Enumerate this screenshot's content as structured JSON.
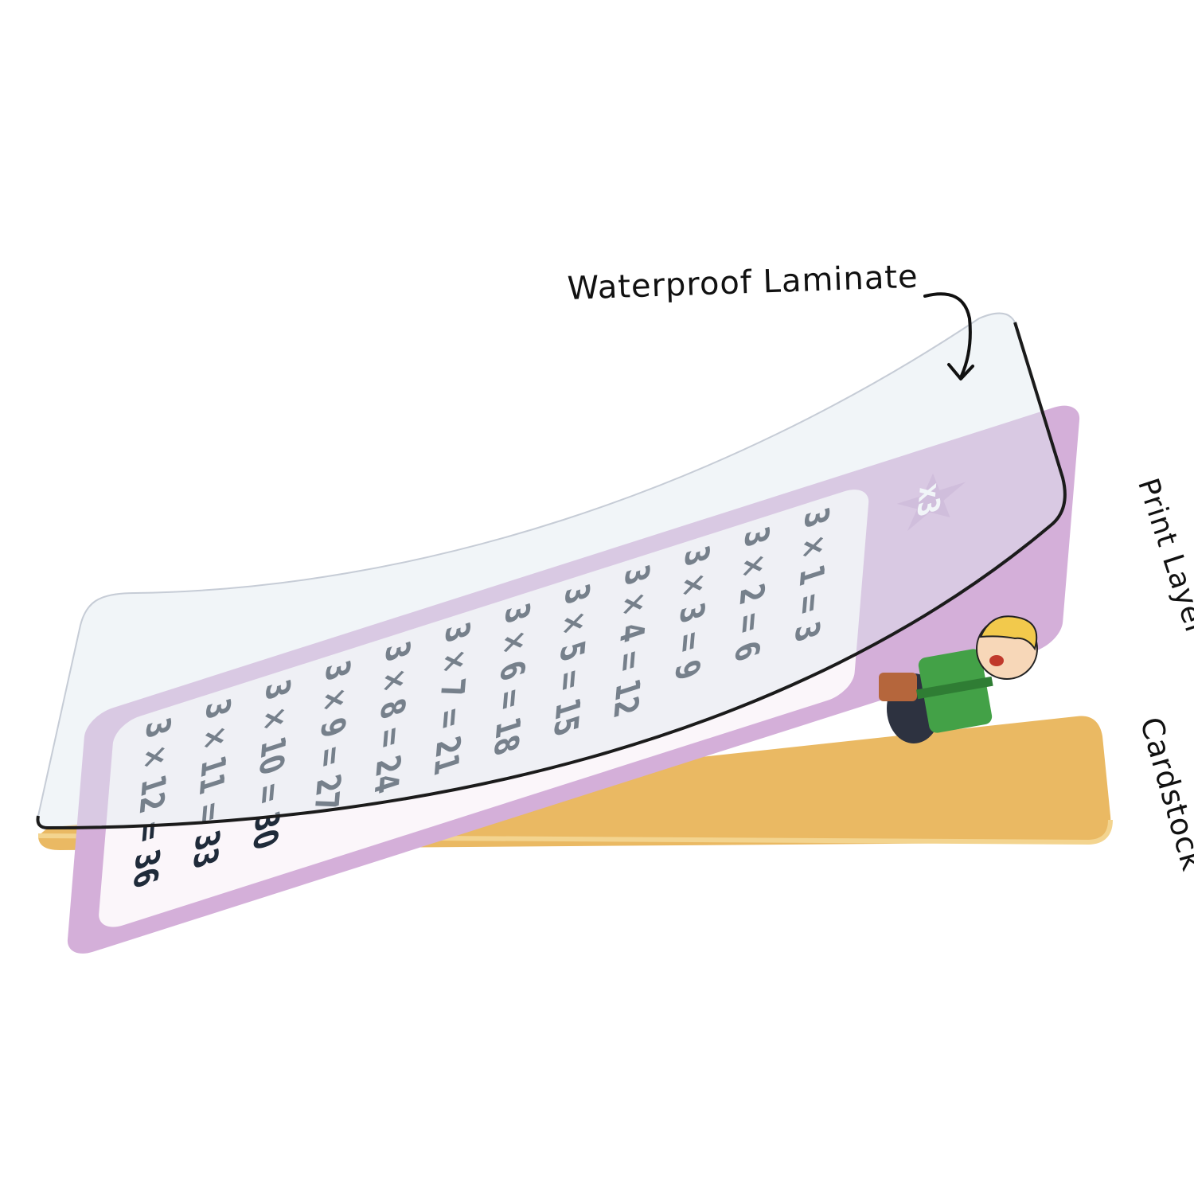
{
  "labels": {
    "laminate": "Waterproof Laminate",
    "print_layer": "Print Layer",
    "cardstock": "Cardstock"
  },
  "card": {
    "badge": "x3",
    "rows": [
      "3 × 1 = 3",
      "3 × 2 = 6",
      "3 × 3 = 9",
      "3 × 4 = 12",
      "3 × 5 = 15",
      "3 × 6 = 18",
      "3 × 7 = 21",
      "3 × 8 = 24",
      "3 × 9 = 27",
      "3 × 10 = 30",
      "3 × 11 = 33",
      "3 × 12 = 36"
    ]
  },
  "colors": {
    "cardstock": "#eab963",
    "print_layer": "#d4afd9",
    "panel": "#fbf6fa",
    "laminate_edge": "#1b1b1b",
    "text": "#1f2b3a"
  }
}
